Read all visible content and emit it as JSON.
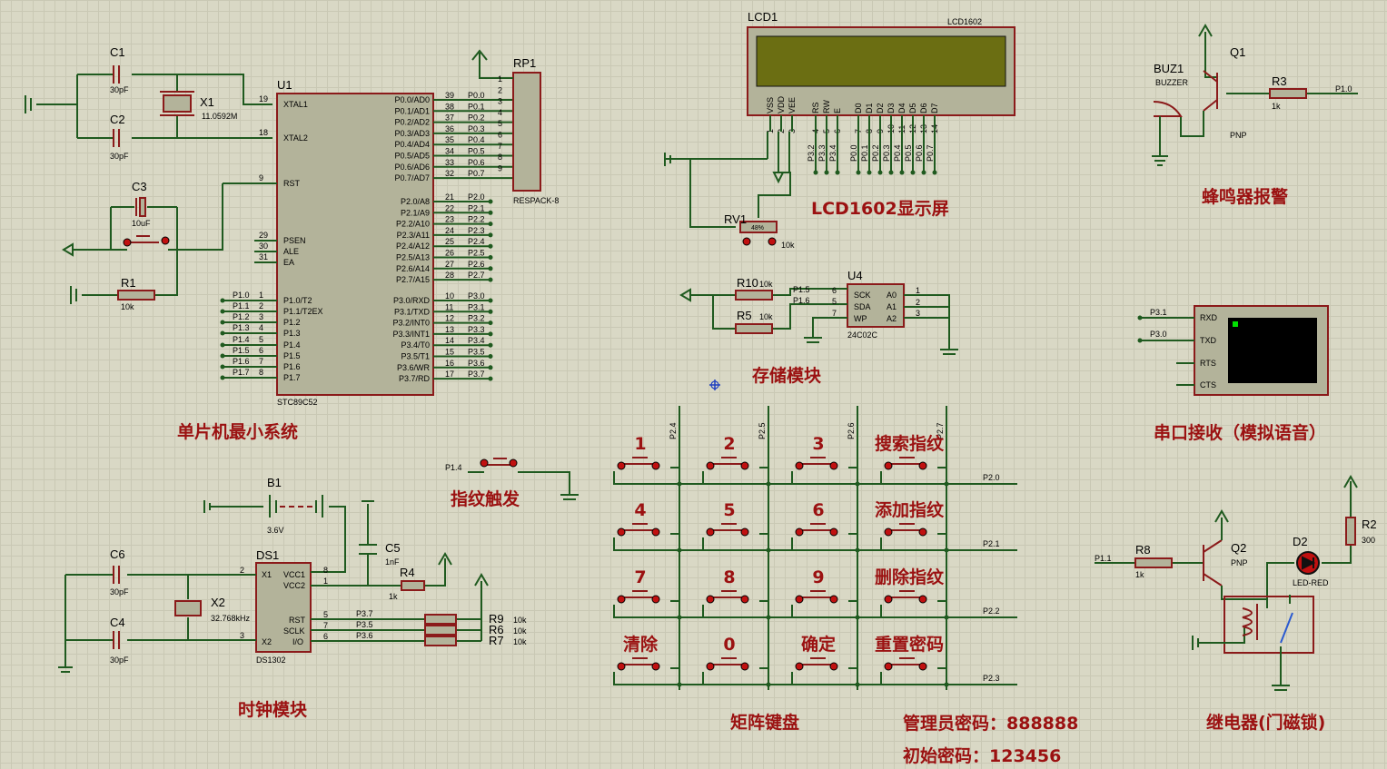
{
  "modules": {
    "mcu": "单片机最小系统",
    "lcd": "LCD1602显示屏",
    "buzzer": "蜂鸣器报警",
    "storage": "存储模块",
    "uart": "串口接收（模拟语音）",
    "fingerprint": "指纹触发",
    "clock": "时钟模块",
    "keypad": "矩阵键盘",
    "relay": "继电器(门磁锁)",
    "admin_password": "管理员密码：888888",
    "init_password": "初始密码：123456"
  },
  "keypad": {
    "keys": [
      "1",
      "2",
      "3",
      "搜索指纹",
      "4",
      "5",
      "6",
      "添加指纹",
      "7",
      "8",
      "9",
      "删除指纹",
      "清除",
      "0",
      "确定",
      "重置密码"
    ],
    "cols": [
      "P2.4",
      "P2.5",
      "P2.6",
      "P2.7"
    ],
    "rows": [
      "P2.0",
      "P2.1",
      "P2.2",
      "P2.3"
    ]
  },
  "mcu": {
    "ref": "U1",
    "part": "STC89C52",
    "left_pins": [
      {
        "num": "19",
        "name": "XTAL1"
      },
      {
        "num": "18",
        "name": "XTAL2"
      },
      {
        "num": "9",
        "name": "RST"
      },
      {
        "num": "29",
        "name": "PSEN"
      },
      {
        "num": "30",
        "name": "ALE"
      },
      {
        "num": "31",
        "name": "EA"
      },
      {
        "num": "1",
        "name": "P1.0/T2"
      },
      {
        "num": "2",
        "name": "P1.1/T2EX"
      },
      {
        "num": "3",
        "name": "P1.2"
      },
      {
        "num": "4",
        "name": "P1.3"
      },
      {
        "num": "5",
        "name": "P1.4"
      },
      {
        "num": "6",
        "name": "P1.5"
      },
      {
        "num": "7",
        "name": "P1.6"
      },
      {
        "num": "8",
        "name": "P1.7"
      }
    ],
    "left_nets": [
      "P1.0",
      "P1.1",
      "P1.2",
      "P1.3",
      "P1.4",
      "P1.5",
      "P1.6",
      "P1.7"
    ],
    "right_pins": [
      {
        "num": "39",
        "name": "P0.0/AD0",
        "net": "P0.0"
      },
      {
        "num": "38",
        "name": "P0.1/AD1",
        "net": "P0.1"
      },
      {
        "num": "37",
        "name": "P0.2/AD2",
        "net": "P0.2"
      },
      {
        "num": "36",
        "name": "P0.3/AD3",
        "net": "P0.3"
      },
      {
        "num": "35",
        "name": "P0.4/AD4",
        "net": "P0.4"
      },
      {
        "num": "34",
        "name": "P0.5/AD5",
        "net": "P0.5"
      },
      {
        "num": "33",
        "name": "P0.6/AD6",
        "net": "P0.6"
      },
      {
        "num": "32",
        "name": "P0.7/AD7",
        "net": "P0.7"
      },
      {
        "num": "21",
        "name": "P2.0/A8",
        "net": "P2.0"
      },
      {
        "num": "22",
        "name": "P2.1/A9",
        "net": "P2.1"
      },
      {
        "num": "23",
        "name": "P2.2/A10",
        "net": "P2.2"
      },
      {
        "num": "24",
        "name": "P2.3/A11",
        "net": "P2.3"
      },
      {
        "num": "25",
        "name": "P2.4/A12",
        "net": "P2.4"
      },
      {
        "num": "26",
        "name": "P2.5/A13",
        "net": "P2.5"
      },
      {
        "num": "27",
        "name": "P2.6/A14",
        "net": "P2.6"
      },
      {
        "num": "28",
        "name": "P2.7/A15",
        "net": "P2.7"
      },
      {
        "num": "10",
        "name": "P3.0/RXD",
        "net": "P3.0"
      },
      {
        "num": "11",
        "name": "P3.1/TXD",
        "net": "P3.1"
      },
      {
        "num": "12",
        "name": "P3.2/INT0",
        "net": "P3.2"
      },
      {
        "num": "13",
        "name": "P3.3/INT1",
        "net": "P3.3"
      },
      {
        "num": "14",
        "name": "P3.4/T0",
        "net": "P3.4"
      },
      {
        "num": "15",
        "name": "P3.5/T1",
        "net": "P3.5"
      },
      {
        "num": "16",
        "name": "P3.6/WR",
        "net": "P3.6"
      },
      {
        "num": "17",
        "name": "P3.7/RD",
        "net": "P3.7"
      }
    ]
  },
  "rp1": {
    "ref": "RP1",
    "part": "RESPACK-8",
    "pins": [
      "1",
      "2",
      "3",
      "4",
      "5",
      "6",
      "7",
      "8",
      "9"
    ]
  },
  "lcd": {
    "ref": "LCD1",
    "part": "LCD1602",
    "pin_names": [
      "VSS",
      "VDD",
      "VEE",
      "RS",
      "RW",
      "E",
      "D0",
      "D1",
      "D2",
      "D3",
      "D4",
      "D5",
      "D6",
      "D7"
    ],
    "pin_nums": [
      "1",
      "2",
      "3",
      "4",
      "5",
      "6",
      "7",
      "8",
      "9",
      "10",
      "11",
      "12",
      "13",
      "14"
    ],
    "nets": [
      "P3.2",
      "P3.3",
      "P3.4",
      "P0.0",
      "P0.1",
      "P0.2",
      "P0.3",
      "P0.4",
      "P0.5",
      "P0.6",
      "P0.7"
    ]
  },
  "rv1": {
    "ref": "RV1",
    "value": "10k",
    "percent": "48%"
  },
  "crystal": {
    "x1_ref": "X1",
    "x1_val": "11.0592M",
    "c1": "C1",
    "c1v": "30pF",
    "c2": "C2",
    "c2v": "30pF"
  },
  "reset": {
    "c3": "C3",
    "c3v": "10uF",
    "r1": "R1",
    "r1v": "10k"
  },
  "buzzer": {
    "ref": "BUZ1",
    "part": "BUZZER",
    "q1": "Q1",
    "q1t": "PNP",
    "r3": "R3",
    "r3v": "1k",
    "net": "P1.0"
  },
  "eeprom": {
    "ref": "U4",
    "part": "24C02C",
    "pins": [
      "SCK",
      "SDA",
      "WP",
      "A0",
      "A1",
      "A2"
    ],
    "nums": [
      "6",
      "5",
      "7",
      "1",
      "2",
      "3"
    ],
    "r10": "R10",
    "r10v": "10k",
    "r5": "R5",
    "r5v": "10k",
    "net1": "P1.5",
    "net2": "P1.6"
  },
  "uart": {
    "pins": [
      "RXD",
      "TXD",
      "RTS",
      "CTS"
    ],
    "net1": "P3.1",
    "net2": "P3.0"
  },
  "finger": {
    "net": "P1.4"
  },
  "rtc": {
    "ref": "DS1",
    "part": "DS1302",
    "pins": [
      "X1",
      "X2",
      "VCC1",
      "VCC2",
      "RST",
      "SCLK",
      "I/O"
    ],
    "nums": [
      "2",
      "3",
      "8",
      "1",
      "5",
      "7",
      "6"
    ],
    "b1": "B1",
    "b1v": "3.6V",
    "c5": "C5",
    "c5v": "1nF",
    "r4": "R4",
    "r4v": "1k",
    "c6": "C6",
    "c6v": "30pF",
    "c4": "C4",
    "c4v": "30pF",
    "x2": "X2",
    "x2v": "32.768kHz",
    "r9": "R9",
    "r6": "R6",
    "r7": "R7",
    "rv": "10k",
    "nets": [
      "P3.7",
      "P3.5",
      "P3.6"
    ]
  },
  "relay": {
    "q2": "Q2",
    "q2t": "PNP",
    "r8": "R8",
    "r8v": "1k",
    "net": "P1.1",
    "d2": "D2",
    "d2t": "LED-RED",
    "r2": "R2",
    "r2v": "300"
  }
}
